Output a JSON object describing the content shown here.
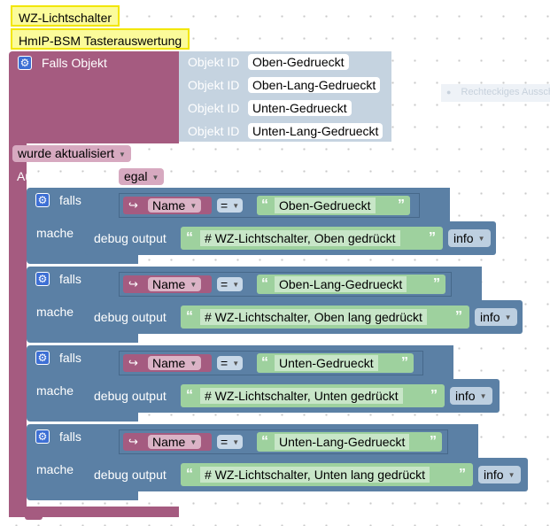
{
  "comments": {
    "script_name": "WZ-Lichtschalter",
    "script_description": "HmIP-BSM Tasterauswertung"
  },
  "trigger": {
    "label": "Falls Objekt",
    "object_id_label": "Objekt ID",
    "object_ids": [
      "Oben-Gedrueckt",
      "Oben-Lang-Gedrueckt",
      "Unten-Gedrueckt",
      "Unten-Lang-Gedrueckt"
    ],
    "event_dropdown": "wurde aktualisiert",
    "trigger_by_label": "Auslösung durch",
    "trigger_by_value": "egal"
  },
  "ghost_block": {
    "label": "Rechteckiges Ausschnitt"
  },
  "conditions": [
    {
      "if_label": "falls",
      "then_label": "mache",
      "var_name": "Name",
      "operator": "=",
      "compare_value": "Oben-Gedrueckt",
      "debug_label": "debug output",
      "debug_text": "# WZ-Lichtschalter, Oben gedrückt",
      "level": "info"
    },
    {
      "if_label": "falls",
      "then_label": "mache",
      "var_name": "Name",
      "operator": "=",
      "compare_value": "Oben-Lang-Gedrueckt",
      "debug_label": "debug output",
      "debug_text": "# WZ-Lichtschalter, Oben lang gedrückt",
      "level": "info"
    },
    {
      "if_label": "falls",
      "then_label": "mache",
      "var_name": "Name",
      "operator": "=",
      "compare_value": "Unten-Gedrueckt",
      "debug_label": "debug output",
      "debug_text": "# WZ-Lichtschalter, Unten gedrückt",
      "level": "info"
    },
    {
      "if_label": "falls",
      "then_label": "mache",
      "var_name": "Name",
      "operator": "=",
      "compare_value": "Unten-Lang-Gedrueckt",
      "debug_label": "debug output",
      "debug_text": "# WZ-Lichtschalter, Unten lang gedrückt",
      "level": "info"
    }
  ],
  "colors": {
    "event_block": "#a55b80",
    "logic_block": "#5b80a5",
    "string_block": "#9ed19e",
    "comment_background": "#fbfb9a",
    "comment_border": "#f2e600"
  }
}
